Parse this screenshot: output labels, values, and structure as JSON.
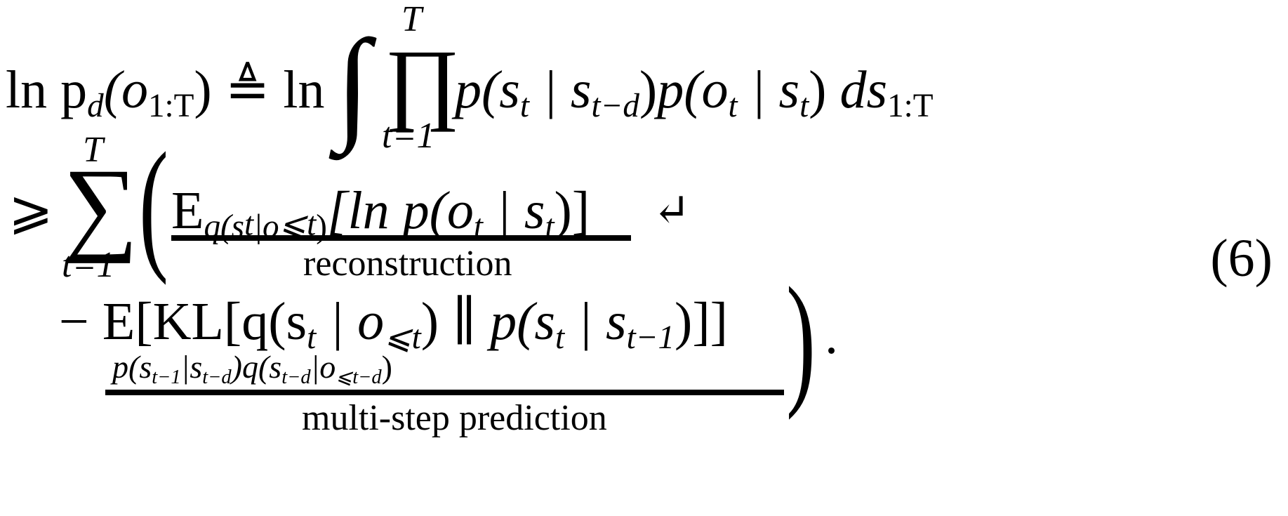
{
  "equation": {
    "number": "(6)",
    "line1": {
      "lhs": "ln p",
      "lhs_sub": "d",
      "lhs_arg": "(o",
      "lhs_arg_sub": "1:T",
      "lhs_close": ")",
      "relation": "≜",
      "ln": "ln",
      "integral": "∫",
      "product": "∏",
      "product_upper": "T",
      "product_lower": "t=1",
      "term1": "p(s",
      "term1_sub": "t",
      "term1_mid": " | s",
      "term1_sub2": "t−d",
      "term1_close": ")",
      "term2": "p(o",
      "term2_sub": "t",
      "term2_mid": " | s",
      "term2_sub2": "t",
      "term2_close": ")",
      "differential": "ds",
      "differential_sub": "1:T"
    },
    "line2": {
      "relation": "⩾",
      "sum": "∑",
      "sum_upper": "T",
      "sum_lower": "t=1",
      "open_paren": "(",
      "expect": "E",
      "expect_sub": "q(s",
      "expect_sub_t": "t",
      "expect_sub_mid": "|o",
      "expect_sub_le": "⩽t",
      "expect_sub_close": ")",
      "bracket_content": "[ln p(o",
      "bracket_t": "t",
      "bracket_mid": " | s",
      "bracket_t2": "t",
      "bracket_close": ")]",
      "continuation": "↵",
      "underlabel": "reconstruction"
    },
    "line3": {
      "minus": "−",
      "expect": "E",
      "bracket_open": "[",
      "kl": "KL[q(s",
      "kl_t": "t",
      "kl_mid": " | o",
      "kl_le": "⩽t",
      "kl_close": ")",
      "parallel": "∥",
      "p_open": "p(s",
      "p_t": "t",
      "p_mid": " | s",
      "p_t1": "t−1",
      "p_close": ")]]",
      "expect_sub": "p(s",
      "expect_sub_t1": "t−1",
      "expect_sub_mid": "|s",
      "expect_sub_td": "t−d",
      "expect_sub_q": ")q(s",
      "expect_sub_td2": "t−d",
      "expect_sub_mid2": "|o",
      "expect_sub_le": "⩽t−d",
      "expect_sub_close": ")",
      "close_paren": ")",
      "period": ".",
      "underlabel": "multi-step prediction"
    }
  }
}
